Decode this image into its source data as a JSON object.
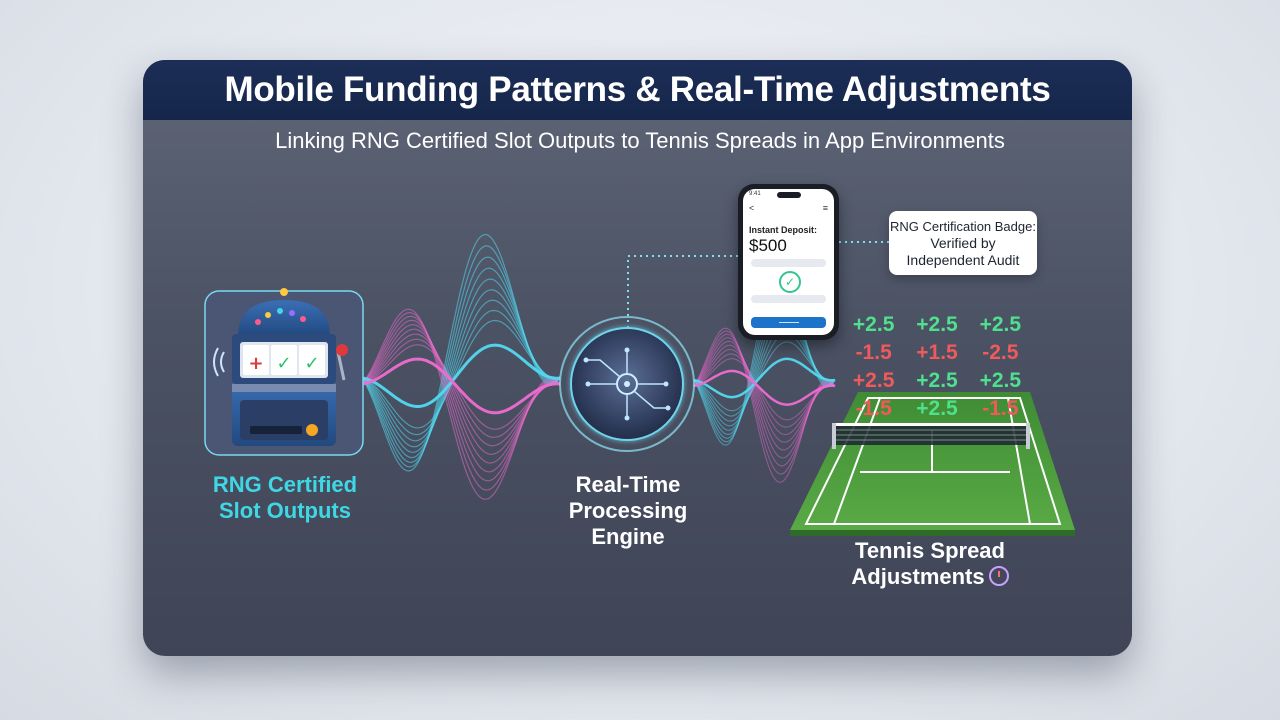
{
  "title": "Mobile Funding Patterns & Real-Time Adjustments",
  "subtitle": "Linking RNG Certified Slot Outputs to Tennis Spreads in App Environments",
  "nodes": {
    "slot": {
      "line1": "RNG Certified",
      "line2": "Slot Outputs"
    },
    "engine": {
      "line1": "Real-Time",
      "line2": "Processing",
      "line3": "Engine"
    },
    "tennis": {
      "line1": "Tennis Spread",
      "line2": "Adjustments"
    }
  },
  "phone": {
    "status": "9:41",
    "back": "<",
    "menu": "≡",
    "deposit_label": "Instant Deposit:",
    "deposit_amount": "$500"
  },
  "badge": {
    "line1": "RNG Certification Badge:",
    "line2": "Verified by",
    "line3": "Independent Audit"
  },
  "odds": [
    {
      "text": "+2.5",
      "sign": "pos"
    },
    {
      "text": "+2.5",
      "sign": "pos"
    },
    {
      "text": "+2.5",
      "sign": "pos"
    },
    {
      "text": "-1.5",
      "sign": "neg"
    },
    {
      "text": "+1.5",
      "sign": "neg"
    },
    {
      "text": "-2.5",
      "sign": "neg"
    },
    {
      "text": "+2.5",
      "sign": "neg"
    },
    {
      "text": "+2.5",
      "sign": "pos"
    },
    {
      "text": "+2.5",
      "sign": "pos"
    },
    {
      "text": "-1.5",
      "sign": "neg"
    },
    {
      "text": "+2.5",
      "sign": "pos"
    },
    {
      "text": "-1.5",
      "sign": "neg"
    }
  ],
  "colors": {
    "header": "#1c2e57",
    "wave_cyan": "#52d9f0",
    "wave_pink": "#f06bd0",
    "slot_label": "#3fd7e4",
    "odds_positive": "#4fe08e",
    "odds_negative": "#f05a5a",
    "court": "#4e9e3f"
  },
  "icons": [
    "slot-machine-icon",
    "processing-engine-icon",
    "smartphone-icon",
    "check-icon",
    "tennis-court-icon",
    "clock-icon"
  ]
}
